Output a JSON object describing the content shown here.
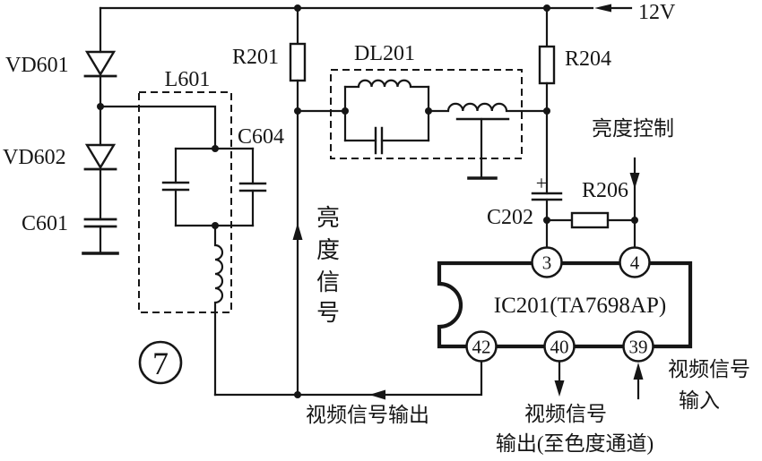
{
  "diagram": {
    "figure_number": "7",
    "power": {
      "rail_label": "12V"
    },
    "components": {
      "vd601": {
        "label": "VD601"
      },
      "vd602": {
        "label": "VD602"
      },
      "c601": {
        "label": "C601"
      },
      "l601": {
        "label": "L601"
      },
      "c604": {
        "label": "C604"
      },
      "r201": {
        "label": "R201"
      },
      "dl201": {
        "label": "DL201"
      },
      "r204": {
        "label": "R204"
      },
      "c202": {
        "label": "C202",
        "polarity": "+"
      },
      "r206": {
        "label": "R206"
      },
      "ic201": {
        "label": "IC201(TA7698AP)",
        "pins": {
          "pin3": "3",
          "pin4": "4",
          "pin42": "42",
          "pin40": "40",
          "pin39": "39"
        }
      }
    },
    "signals": {
      "brightness_control": "亮度控制",
      "brightness_signal_vertical": [
        "亮",
        "度",
        "信",
        "号"
      ],
      "video_signal_output": "视频信号输出",
      "video_output_to_chroma_line1": "视频信号",
      "video_output_to_chroma_line2": "输出(至色度通道)",
      "video_input_line1": "视频信号",
      "video_input_line2": "输入"
    },
    "colors": {
      "ink": "#161616",
      "paper": "#ffffff"
    }
  }
}
